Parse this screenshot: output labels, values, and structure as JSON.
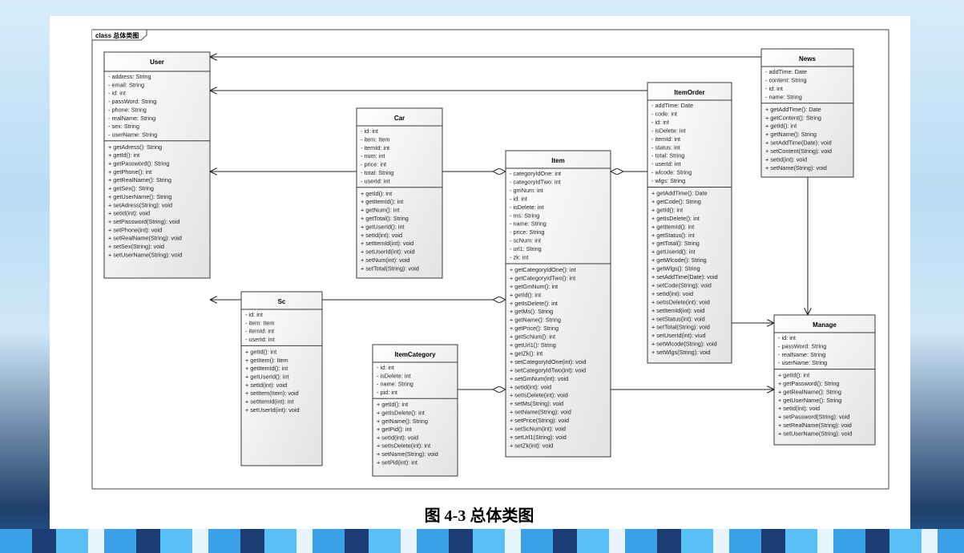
{
  "frame_label": "class 总体类图",
  "caption": "图 4-3   总体类图",
  "classes": {
    "user": {
      "name": "User",
      "attributes": [
        "- address: String",
        "- email: String",
        "- id: int",
        "- passWord: String",
        "- phone: String",
        "- realName: String",
        "- sex: String",
        "- userName: String"
      ],
      "operations": [
        "+ getAdress(): String",
        "+ getId(): int",
        "+ getPassword(): String",
        "+ getPhone(): int",
        "+ getRealName(): String",
        "+ getSex(): String",
        "+ getUserName(): String",
        "+ setAdress(String): void",
        "+ setId(int): void",
        "+ setPassword(String): void",
        "+ setPhone(int): void",
        "+ setRealName(String): void",
        "+ setSex(String): void",
        "+ setUserName(String): void"
      ]
    },
    "car": {
      "name": "Car",
      "attributes": [
        "- id: int",
        "- item: Item",
        "- itemId: int",
        "- num: int",
        "- price: int",
        "- total: String",
        "- userId: int"
      ],
      "operations": [
        "+ getId(): int",
        "+ getItemId(): int",
        "+ getNum(): int",
        "+ getTotal(): String",
        "+ getUserId(): int",
        "+ setId(int): void",
        "+ setItemId(int): void",
        "+ setUserId(int): void",
        "+ setNum(int): void",
        "+ setTotal(String): void"
      ]
    },
    "item": {
      "name": "Item",
      "attributes": [
        "- categoryIdOne: int",
        "- categoryIdTwo: int",
        "- gmNum: int",
        "- id: int",
        "- isDelete: int",
        "- ms: String",
        "- name: String",
        "- price: String",
        "- scNum: int",
        "- url1: String",
        "- zk: int"
      ],
      "operations": [
        "+ getCategoryIdOne(): int",
        "+ getCategoryIdTwo(): int",
        "+ getGmNum(): int",
        "+ getId(): int",
        "+ getIsDelete(): int",
        "+ getMs(): String",
        "+ getName(): String",
        "+ getPrice(): String",
        "+ getScNum(): int",
        "+ getUrl1(): String",
        "+ getZk(): int",
        "+ setCategoryIdOne(int): void",
        "+ setCategoryIdTwo(int): void",
        "+ setGmNum(int): void",
        "+ setId(int): void",
        "+ setIsDelete(int): void",
        "+ setMs(String): void",
        "+ setName(String): void",
        "+ setPrice(String): void",
        "+ setScNum(int): void",
        "+ setUrl1(String): void",
        "+ setZk(int): void"
      ]
    },
    "itemorder": {
      "name": "ItemOrder",
      "attributes": [
        "- addTime: Date",
        "- code: int",
        "- id: int",
        "- isDelete: int",
        "- itemId: int",
        "- status: int",
        "- total: String",
        "- userId: int",
        "- wlcode: String",
        "- wlgs: String"
      ],
      "operations": [
        "+ getAddTime(): Date",
        "+ getCode(): String",
        "+ getId(): int",
        "+ getIsDelete(): int",
        "+ getItemId(): int",
        "+ getStatus(): int",
        "+ getTotal(): String",
        "+ getUserId(): int",
        "+ getWlcode(): String",
        "+ getWlgs(): String",
        "+ setAddTime(Date): void",
        "+ setCode(String): void",
        "+ setId(int): void",
        "+ setIsDelete(int): void",
        "+ setItemId(int): void",
        "+ setStatus(int): void",
        "+ setTotal(String): void",
        "+ setUserId(int): viud",
        "+ setWlcode(String): void",
        "+ setWlgs(String): void"
      ]
    },
    "news": {
      "name": "News",
      "attributes": [
        "- addTime: Date",
        "- content: String",
        "- id: int",
        "- name: String"
      ],
      "operations": [
        "+ getAddTime(): Date",
        "+ getContent(): String",
        "+ getId(): int",
        "+ getName(): String",
        "+ setAddTime(Date): void",
        "+ setContent(String): void",
        "+ setId(int): void",
        "+ setName(String): void"
      ]
    },
    "sc": {
      "name": "Sc",
      "attributes": [
        "- id: int",
        "- item: Item",
        "- itemId: int",
        "- userId: int"
      ],
      "operations": [
        "+ getId(): int",
        "+ getItem(): Item",
        "+ getItemId(): int",
        "+ getUserId(): int",
        "+ setId(int): void",
        "+ setItem(Item): void",
        "+ setItemId(int): int",
        "+ setUserId(int): void"
      ]
    },
    "itemcategory": {
      "name": "ItemCategory",
      "attributes": [
        "- id: int",
        "- isDelete: int",
        "- name: String",
        "- pid: int"
      ],
      "operations": [
        "+ getId(): int",
        "+ getIsDelete(): int",
        "+ getName(): String",
        "+ getPid(): int",
        "+ setId(int): void",
        "+ setIsDelete(int): int",
        "+ setName(String): void",
        "+ setPid(int): int"
      ]
    },
    "manage": {
      "name": "Manage",
      "attributes": [
        "- id: int",
        "- passWord: String",
        "- realName: String",
        "- userName: String"
      ],
      "operations": [
        "+ getId(): int",
        "+ getPassword(): String",
        "+ getRealName(): String",
        "+ getUserName(): String",
        "+ setId(int): void",
        "+ setPassword(String): void",
        "+ setRealName(String): void",
        "+ setUserName(String): void"
      ]
    }
  }
}
